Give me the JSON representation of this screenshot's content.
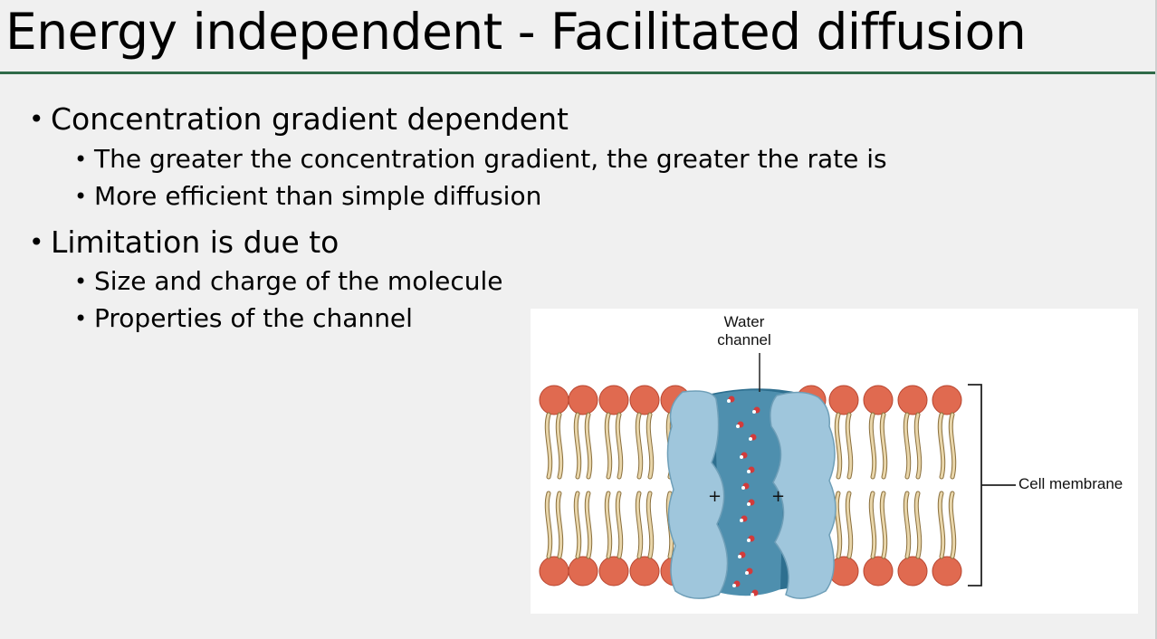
{
  "slide": {
    "title": "Energy independent - Facilitated diffusion",
    "bullets": [
      {
        "text": "Concentration gradient dependent",
        "sub": [
          "The greater the concentration gradient, the greater the rate is",
          "More efficient than simple diffusion"
        ]
      },
      {
        "text": "Limitation is due to",
        "sub": [
          "Size and charge of the molecule",
          "Properties of the channel"
        ]
      }
    ],
    "bullet_glyph": "•"
  },
  "figure": {
    "labels": {
      "water_line1": "Water",
      "water_line2": "channel",
      "membrane": "Cell membrane",
      "plus": "+"
    },
    "colors": {
      "phospholipid_head": "#e06a50",
      "tail": "#e9d6aa",
      "protein": "#9fc6dc",
      "channel": "#4e8fae"
    }
  }
}
